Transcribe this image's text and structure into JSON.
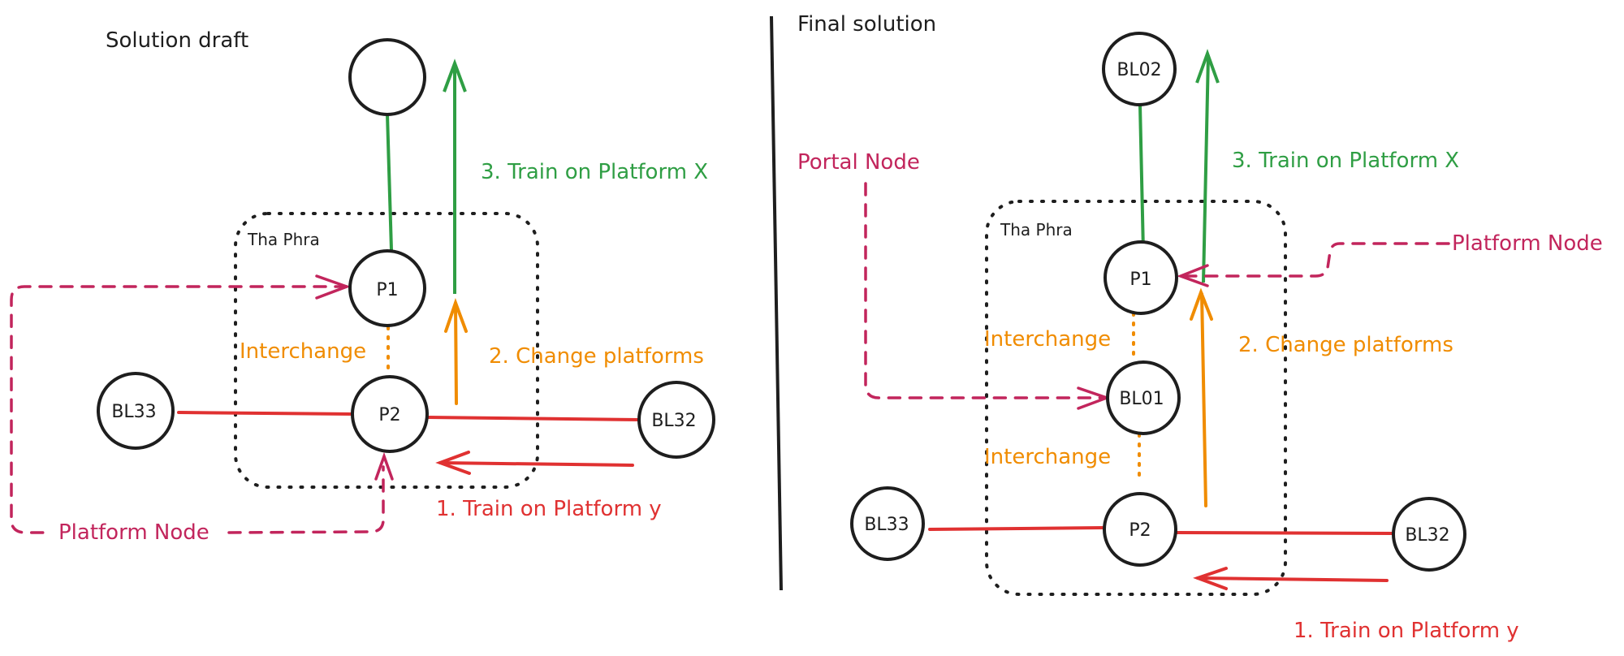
{
  "left_panel": {
    "title": "Solution draft",
    "area_label": "Tha Phra",
    "nodes": {
      "top": "",
      "p1": "P1",
      "p2": "P2",
      "bl33": "BL33",
      "bl32": "BL32"
    },
    "interchange_label": "Interchange",
    "step1": "1. Train on Platform y",
    "step2": "2. Change platforms",
    "step3": "3. Train on Platform X",
    "platform_node_label": "Platform Node"
  },
  "right_panel": {
    "title": "Final solution",
    "area_label": "Tha Phra",
    "nodes": {
      "bl02": "BL02",
      "p1": "P1",
      "bl01": "BL01",
      "p2": "P2",
      "bl33": "BL33",
      "bl32": "BL32"
    },
    "interchange_label_1": "Interchange",
    "interchange_label_2": "Interchange",
    "step1": "1. Train on Platform y",
    "step2": "2. Change platforms",
    "step3": "3. Train on Platform X",
    "portal_node_label": "Portal Node",
    "platform_node_label": "Platform Node"
  },
  "colors": {
    "green_line": "#2f9e44",
    "orange_interchange": "#f08c00",
    "red_line": "#e03131",
    "magenta_annotation": "#c2255c",
    "stroke": "#1e1e1e"
  }
}
